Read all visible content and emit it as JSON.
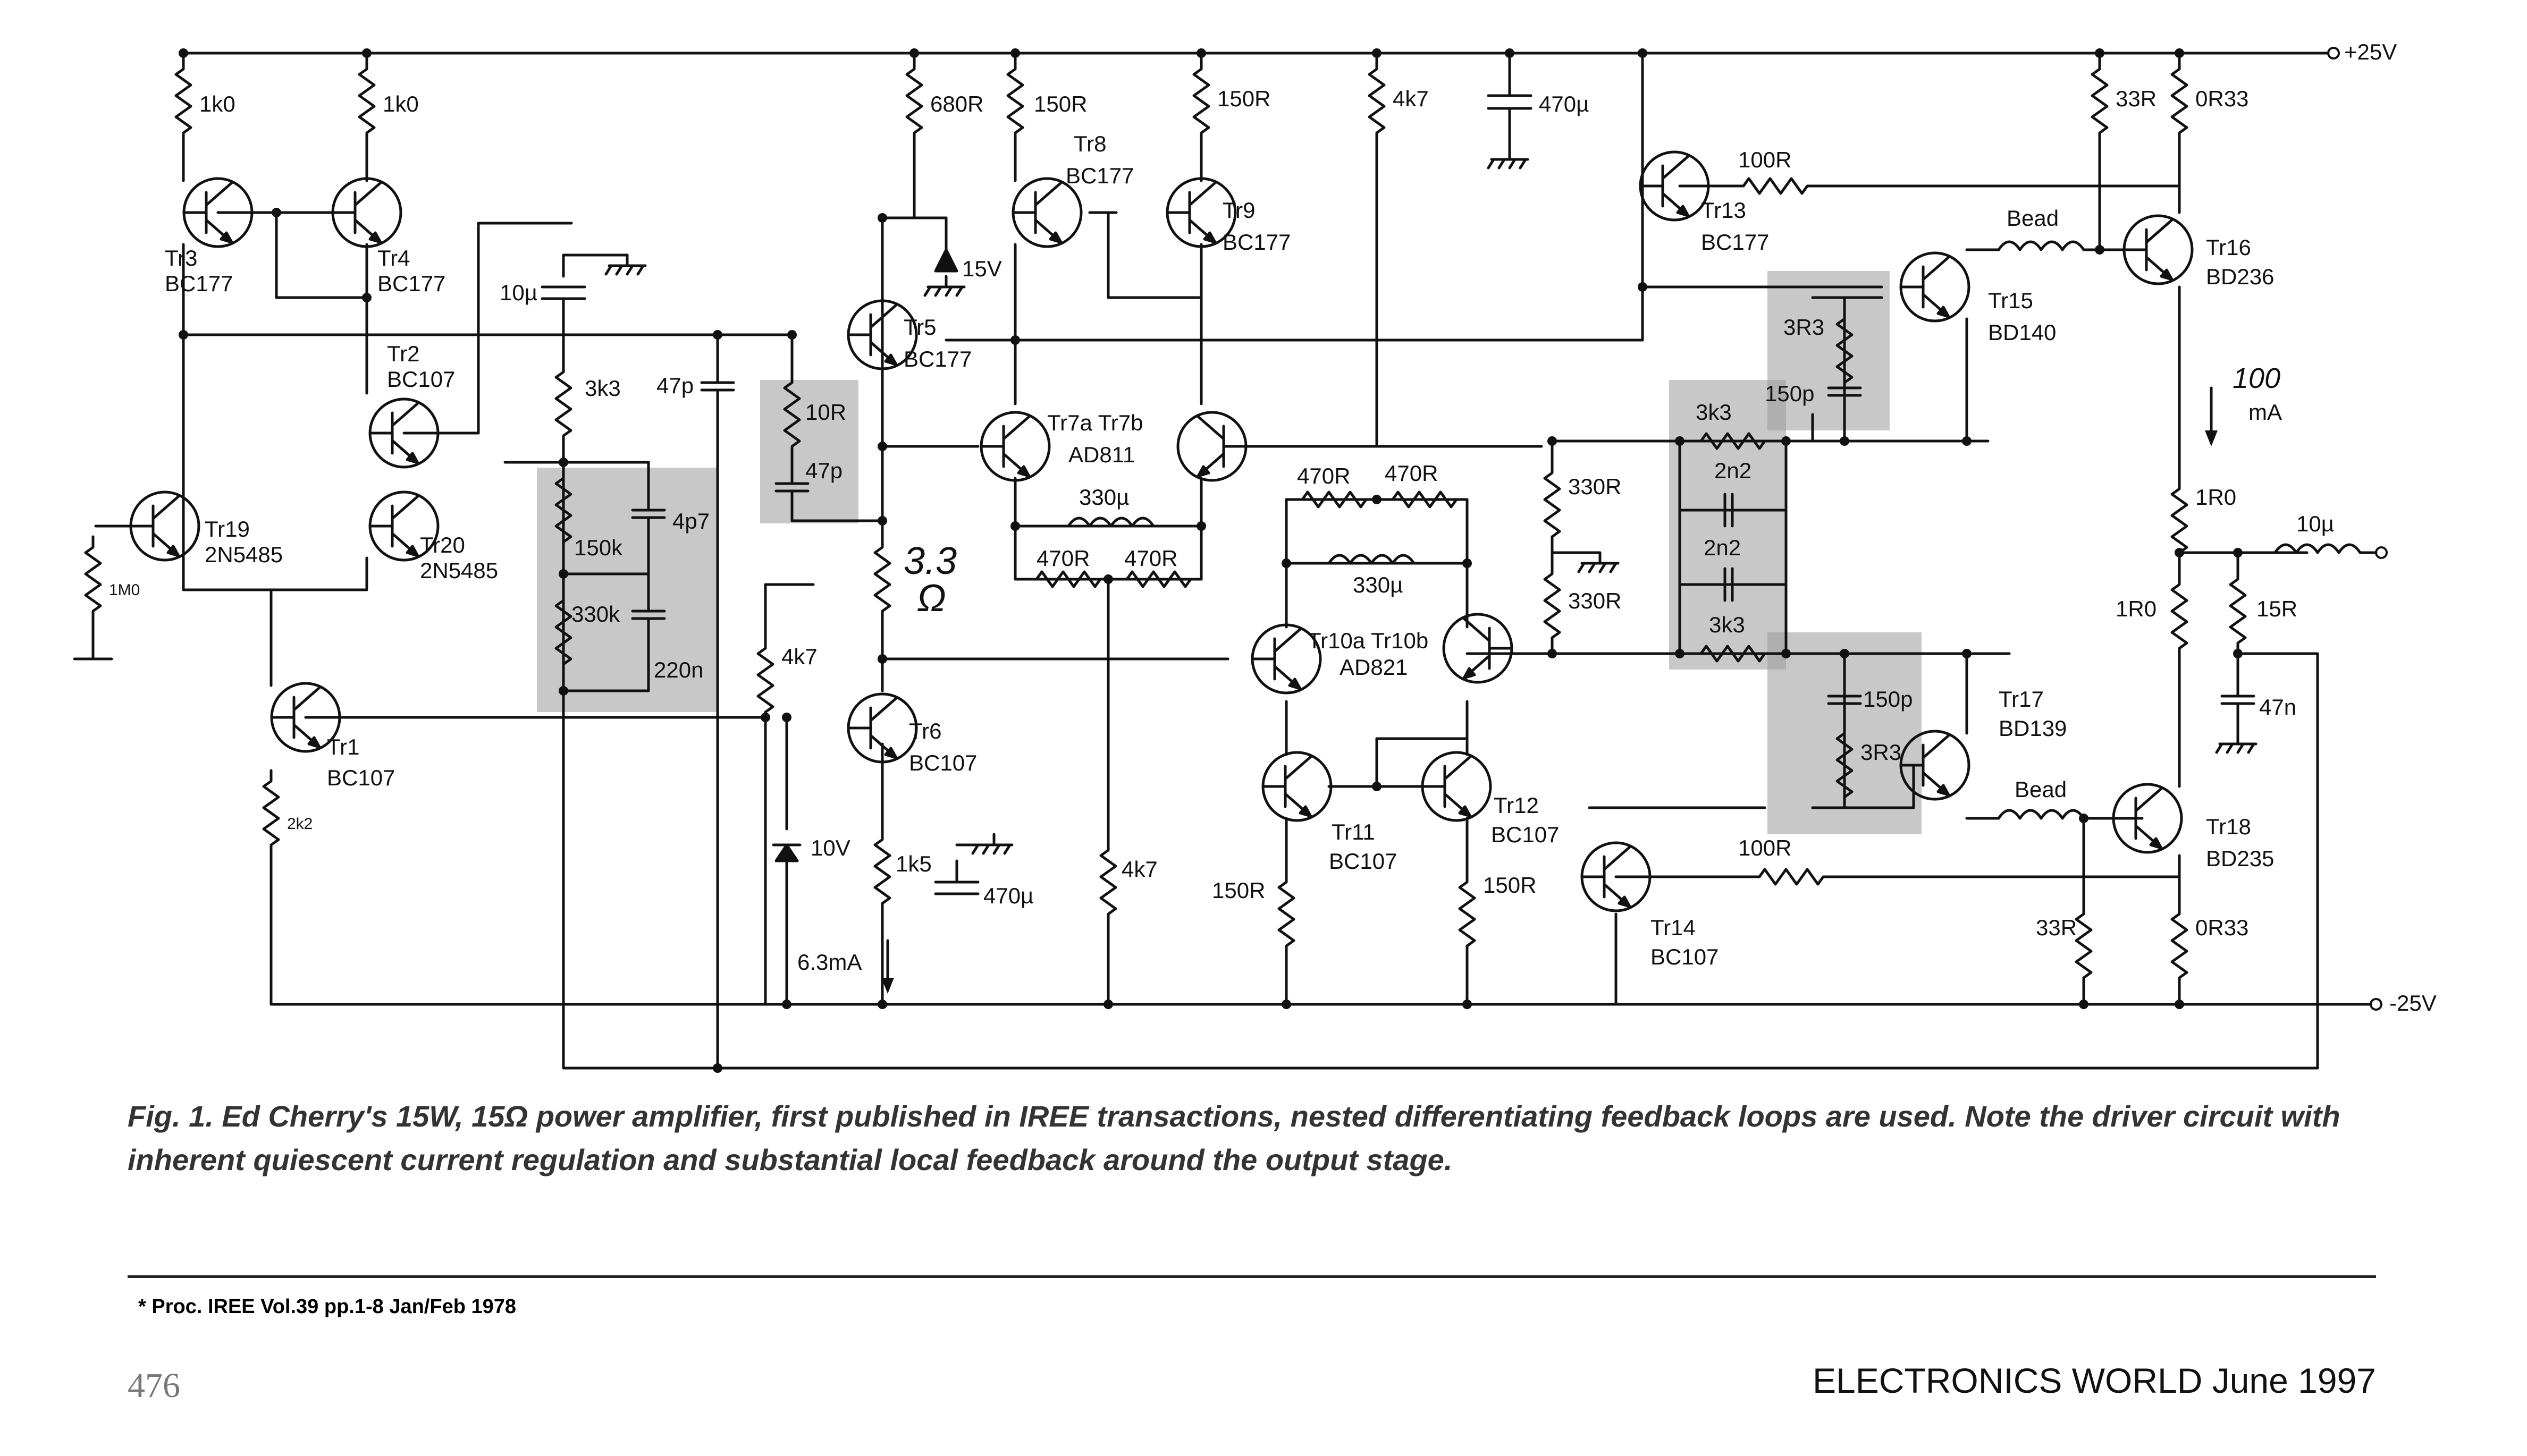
{
  "rails": {
    "positive": "+25V",
    "negative": "-25V"
  },
  "transistors": [
    {
      "id": "tr3",
      "name": "Tr3",
      "type": "BC177"
    },
    {
      "id": "tr4",
      "name": "Tr4",
      "type": "BC177"
    },
    {
      "id": "tr2",
      "name": "Tr2",
      "type": "BC107"
    },
    {
      "id": "tr20",
      "name": "Tr20",
      "type": "2N5485"
    },
    {
      "id": "tr19",
      "name": "Tr19",
      "type": "2N5485"
    },
    {
      "id": "tr1",
      "name": "Tr1",
      "type": "BC107"
    },
    {
      "id": "tr5",
      "name": "Tr5",
      "type": "BC177"
    },
    {
      "id": "tr6",
      "name": "Tr6",
      "type": "BC107"
    },
    {
      "id": "tr8",
      "name": "Tr8",
      "type": "BC177"
    },
    {
      "id": "tr9",
      "name": "Tr9",
      "type": "BC177"
    },
    {
      "id": "tr7",
      "name": "Tr7a  Tr7b",
      "type": "AD811"
    },
    {
      "id": "tr10",
      "name": "Tr10a  Tr10b",
      "type": "AD821"
    },
    {
      "id": "tr11",
      "name": "Tr11",
      "type": "BC107"
    },
    {
      "id": "tr12",
      "name": "Tr12",
      "type": "BC107"
    },
    {
      "id": "tr13",
      "name": "Tr13",
      "type": "BC177"
    },
    {
      "id": "tr14",
      "name": "Tr14",
      "type": "BC107"
    },
    {
      "id": "tr15",
      "name": "Tr15",
      "type": "BD140"
    },
    {
      "id": "tr16",
      "name": "Tr16",
      "type": "BD236"
    },
    {
      "id": "tr17",
      "name": "Tr17",
      "type": "BD139"
    },
    {
      "id": "tr18",
      "name": "Tr18",
      "type": "BD235"
    }
  ],
  "components": {
    "r_1k0_a": "1k0",
    "r_1k0_b": "1k0",
    "r_680r": "680R",
    "r_150r_a": "150R",
    "r_150r_b": "150R",
    "r_4k7_top": "4k7",
    "c_470u_top": "470µ",
    "r_100r_top": "100R",
    "r_33r_top": "33R",
    "r_0r33_top": "0R33",
    "bead_top": "Bead",
    "bead_bot": "Bead",
    "c_10u": "10µ",
    "r_3k3": "3k3",
    "c_47p_a": "47p",
    "r_10r": "10R",
    "c_47p_b": "47p",
    "r_150k": "150k",
    "c_4p7": "4p7",
    "r_330k": "330k",
    "c_220n": "220n",
    "r_1m0": "1M0",
    "r_2k2": "2k2",
    "r_4k7_mid": "4k7",
    "z_15v": "15V",
    "z_10v": "10V",
    "r_1k5": "1k5",
    "c_470u_bot": "470µ",
    "current_6mA": "6.3mA",
    "r_4k7_bot": "4k7",
    "l_330u_a": "330µ",
    "r_470r_a": "470R",
    "r_470r_b": "470R",
    "r_470r_c": "470R",
    "r_470r_d": "470R",
    "l_330u_b": "330µ",
    "r_150r_c": "150R",
    "r_150r_d": "150R",
    "r_330r_a": "330R",
    "r_330r_b": "330R",
    "r_3k3_a": "3k3",
    "r_3k3_b": "3k3",
    "c_2n2_a": "2n2",
    "c_2n2_b": "2n2",
    "r_3r3_a": "3R3",
    "c_150p_a": "150p",
    "r_3r3_b": "3R3",
    "c_150p_b": "150p",
    "r_100r_bot": "100R",
    "r_33r_bot": "33R",
    "r_0r33_bot": "0R33",
    "r_1r0_a": "1R0",
    "r_1r0_b": "1R0",
    "l_10u_out": "10µ",
    "r_15r": "15R",
    "c_47n": "47n",
    "quiescent_current": "mA"
  },
  "handwritten": {
    "value_33": "3.3",
    "ohm": "Ω",
    "current_100": "100"
  },
  "caption": "Fig. 1. Ed Cherry's 15W, 15Ω power amplifier, first published in IREE transactions, nested differentiating feedback loops are used. Note the driver circuit with inherent quiescent current regulation and substantial local feedback around the output stage.",
  "reference": "* Proc. IREE Vol.39 pp.1-8 Jan/Feb 1978",
  "page_number": "476",
  "journal": "ELECTRONICS WORLD June 1997"
}
